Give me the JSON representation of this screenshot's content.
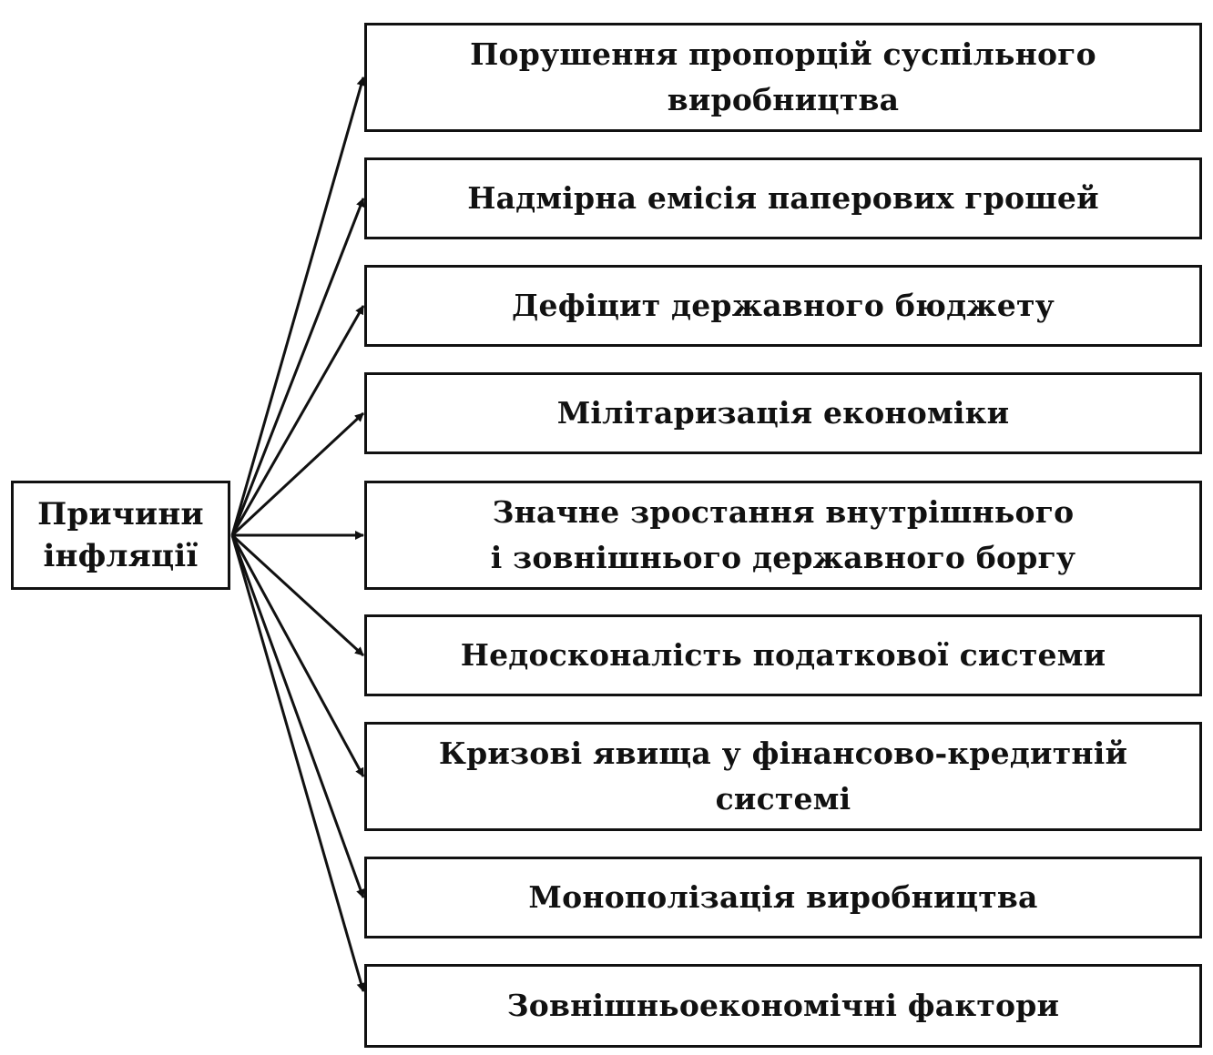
{
  "source": {
    "lines": [
      "Причини",
      "інфляції"
    ]
  },
  "causes": [
    {
      "lines": [
        "Порушення пропорцій суспільного",
        "виробництва"
      ]
    },
    {
      "lines": [
        "Надмірна емісія паперових грошей"
      ]
    },
    {
      "lines": [
        "Дефіцит державного бюджету"
      ]
    },
    {
      "lines": [
        "Мілітаризація економіки"
      ]
    },
    {
      "lines": [
        "Значне зростання внутрішнього",
        "і зовнішнього державного боргу"
      ]
    },
    {
      "lines": [
        "Недосконалість податкової системи"
      ]
    },
    {
      "lines": [
        "Кризові явища у фінансово-кредитній",
        "системі"
      ]
    },
    {
      "lines": [
        "Монополізація виробництва"
      ]
    },
    {
      "lines": [
        "Зовнішньоекономічні фактори"
      ]
    }
  ],
  "colors": {
    "line": "#111111",
    "background": "#ffffff"
  }
}
